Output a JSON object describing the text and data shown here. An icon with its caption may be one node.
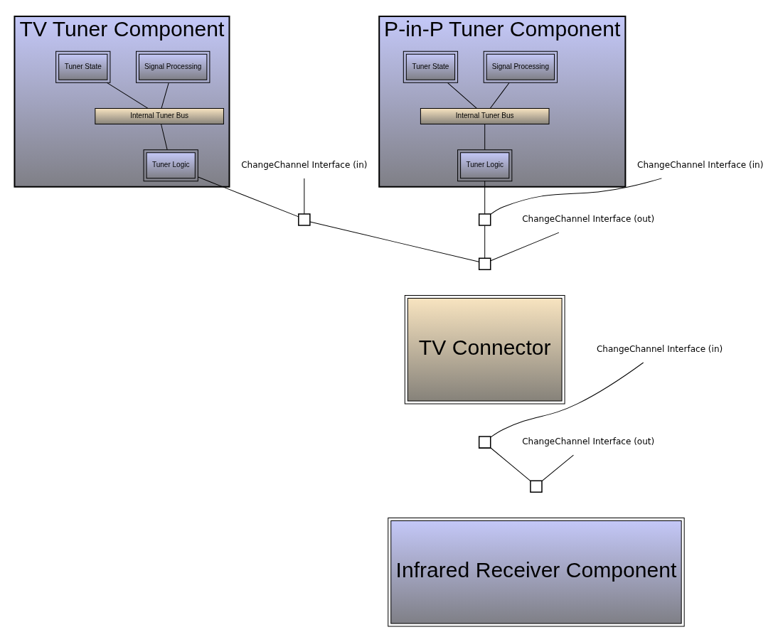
{
  "diagram": {
    "nodes": [
      {
        "text": [
          "TV Tuner Component"
        ]
      },
      {
        "text": [
          "Tuner State"
        ],
        "in": 0
      },
      {
        "text": [
          "Signal Processing"
        ],
        "in": 0
      },
      {
        "text": [
          "Internal Tuner Bus"
        ],
        "in": 0
      },
      {
        "text": [
          "Tuner Logic"
        ],
        "in": 0
      },
      {
        "text": [],
        "shape": "box"
      },
      {
        "text": [
          "P-in-P Tuner Component"
        ]
      },
      {
        "text": [
          "Tuner State"
        ],
        "in": 6
      },
      {
        "text": [
          "Signal Processing"
        ],
        "in": 6
      },
      {
        "text": [
          "Internal Tuner Bus"
        ],
        "in": 6
      },
      {
        "text": [
          "Tuner Logic"
        ],
        "in": 6
      },
      {
        "text": [],
        "shape": "box"
      },
      {
        "text": [
          "ChangeChannel Interface (in)"
        ]
      },
      {
        "text": [
          "ChangeChannel Interface (in)"
        ]
      },
      {
        "text": [
          "ChangeChannel Interface (out)"
        ]
      },
      {
        "text": [],
        "shape": "box"
      },
      {
        "text": [
          "TV Connector"
        ]
      },
      {
        "text": [],
        "shape": "box"
      },
      {
        "text": [
          "ChangeChannel Interface (out)"
        ]
      },
      {
        "text": [
          "ChangeChannel Interface (in)"
        ]
      },
      {
        "text": [],
        "shape": "box"
      },
      {
        "text": [
          "Infrared Receiver Component"
        ]
      }
    ],
    "edges": [
      {
        "from": 1,
        "to": 3,
        "arrow": "none"
      },
      {
        "from": 2,
        "to": 3,
        "arrow": "none"
      },
      {
        "from": 3,
        "to": 4,
        "arrow": "none"
      },
      {
        "from": 4,
        "to": 5,
        "arrow": "none"
      },
      {
        "from": 7,
        "to": 9,
        "arrow": "none"
      },
      {
        "from": 8,
        "to": 9,
        "arrow": "none"
      },
      {
        "from": 9,
        "to": 10,
        "arrow": "none"
      },
      {
        "from": 10,
        "to": 11,
        "arrow": "none"
      },
      {
        "from": 12,
        "to": 5,
        "arrow": "none"
      },
      {
        "from": 13,
        "to": 11,
        "arrow": "none"
      },
      {
        "from": 5,
        "to": 15,
        "arrow": "none"
      },
      {
        "from": 11,
        "to": 15,
        "arrow": "none"
      },
      {
        "from": 14,
        "to": 15,
        "arrow": "none"
      },
      {
        "from": 17,
        "to": 20,
        "arrow": "none"
      },
      {
        "from": 18,
        "to": 20,
        "arrow": "none"
      },
      {
        "from": 19,
        "to": 17,
        "arrow": "none"
      }
    ]
  }
}
